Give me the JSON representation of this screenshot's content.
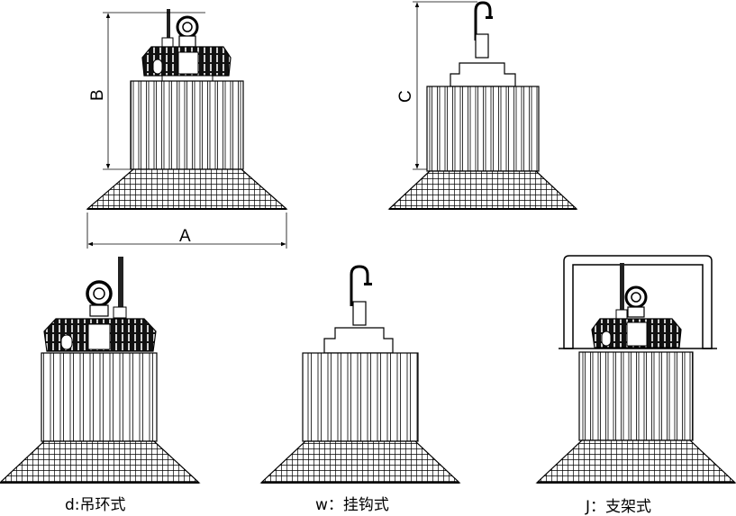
{
  "dimensions": {
    "width": "A",
    "height_ring": "B",
    "height_hook": "C"
  },
  "captions": {
    "ring": "d:吊环式",
    "hook": "w：挂钩式",
    "bracket": "J：支架式"
  },
  "colors": {
    "line": "#000000",
    "fill": "#ffffff"
  }
}
